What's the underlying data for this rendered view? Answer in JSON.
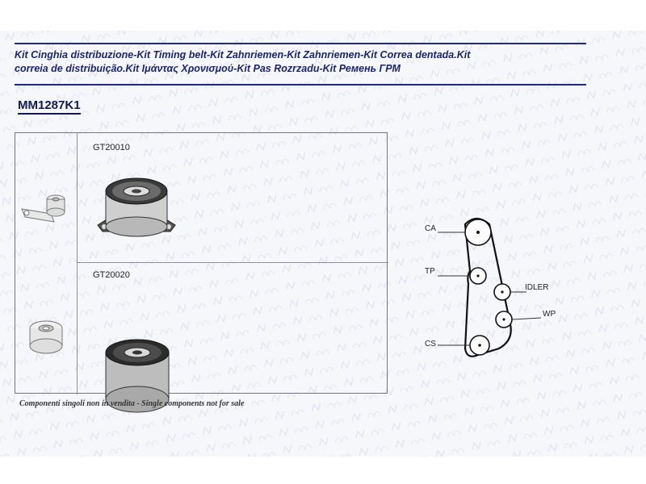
{
  "header": {
    "title_line1": "Kit Cinghia distribuzione-Kit Timing belt-Kit Zahnriemen-Kit Zahnriemen-Kit Correa dentada.Kit",
    "title_line2": "correia de distribuição.Kit Ιμάντας Χρονισμού-Kit Pas Rozrzadu-Kit Ремень ГРМ"
  },
  "kit_code": "MM1287K1",
  "parts": [
    {
      "code": "GT20010"
    },
    {
      "code": "GT20020"
    }
  ],
  "belt_layout": {
    "labels": {
      "ca": "CA",
      "tp": "TP",
      "idler": "IDLER",
      "wp": "WP",
      "cs": "CS"
    }
  },
  "footnote": "Componenti singoli non in vendita - Single components not for sale",
  "colors": {
    "brand_blue": "#1f2a7a",
    "line_gray": "#707684",
    "background": "#f6f7fb"
  }
}
